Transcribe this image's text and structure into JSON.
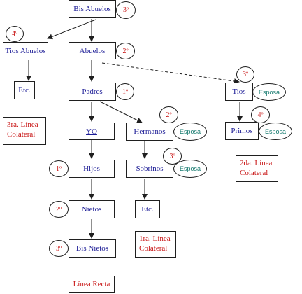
{
  "nodes": {
    "bis_abuelos": "Bis Abuelos",
    "tios_abuelos": "Tios Abuelos",
    "abuelos": "Abuelos",
    "etc_left": "Etc.",
    "padres": "Padres",
    "tios": "Tios",
    "yo": "YO",
    "hermanos": "Hermanos",
    "primos": "Primos",
    "hijos": "Hijos",
    "sobrinos": "Sobrinos",
    "nietos": "Nietos",
    "etc_mid": "Etc.",
    "bis_nietos": "Bis Nietos"
  },
  "degrees": {
    "bis_abuelos": "3º",
    "tios_abuelos": "4º",
    "abuelos": "2º",
    "padres": "1º",
    "tios": "3º",
    "hermanos": "2º",
    "primos": "4º",
    "hijos": "1º",
    "sobrinos": "3º",
    "nietos": "2º",
    "bis_nietos": "3º"
  },
  "spouse_label": "Esposa",
  "notes": {
    "line3_a": "3ra. Línea",
    "line3_b": "Colateral",
    "line2_a": "2da. Línea",
    "line2_b": "Colateral",
    "line1_a": "1ra. Línea",
    "line1_b": "Colateral",
    "direct": "Línea Recta"
  },
  "colors": {
    "node_text": "#1c1c96",
    "degree_text": "#c81414",
    "spouse_text": "#167a6f",
    "lines": "#1f1f1f"
  }
}
